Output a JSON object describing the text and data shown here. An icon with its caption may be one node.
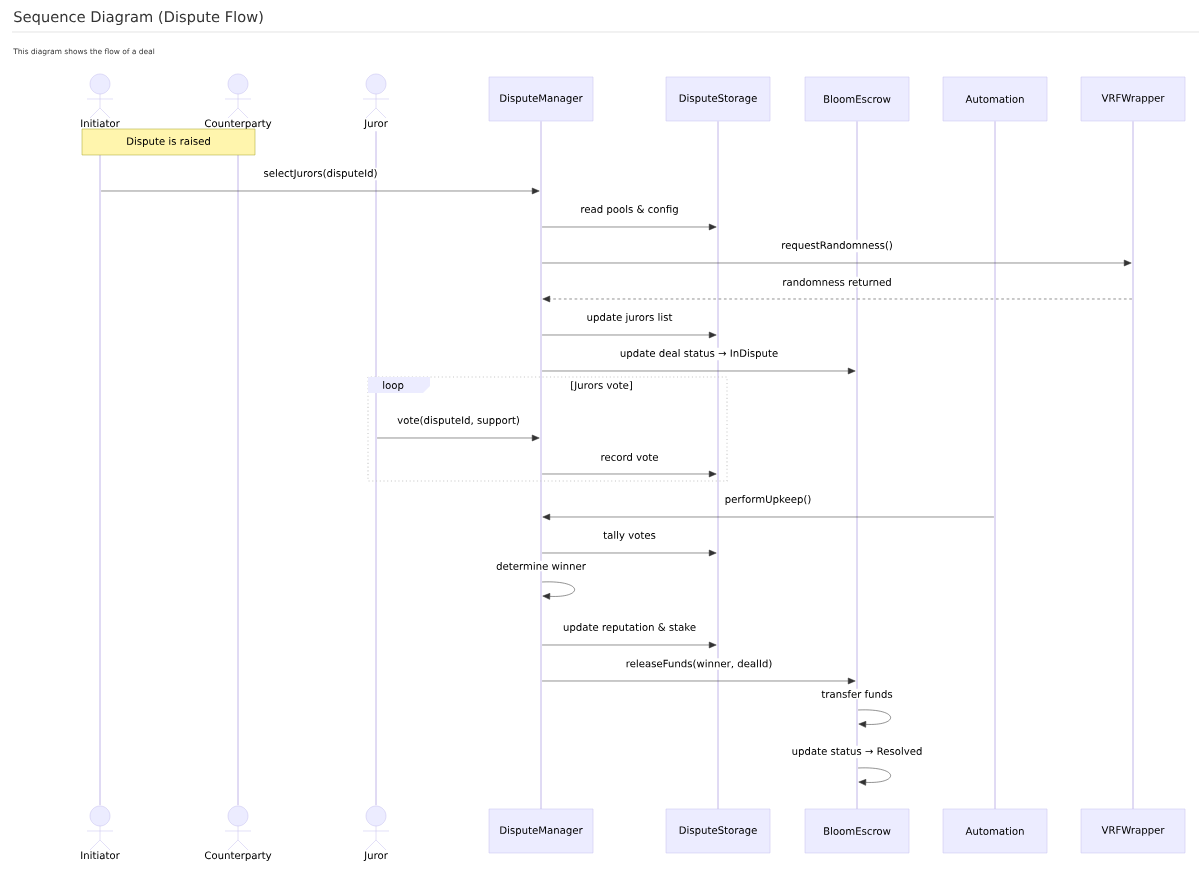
{
  "diagram": {
    "title": "Sequence Diagram (Dispute Flow)",
    "caption": "This diagram shows the flow of a deal",
    "nodes": [
      {
        "text": [
          "Initiator"
        ]
      },
      {
        "text": [
          "Counterparty"
        ]
      },
      {
        "text": [
          "Juror"
        ]
      },
      {
        "text": [
          "DisputeManager"
        ]
      },
      {
        "text": [
          "DisputeStorage"
        ]
      },
      {
        "text": [
          "BloomEscrow"
        ]
      },
      {
        "text": [
          "Automation"
        ]
      },
      {
        "text": [
          "VRFWrapper"
        ]
      },
      {
        "text": [],
        "shape": "bar"
      },
      {
        "text": [],
        "shape": "bar"
      },
      {
        "text": [],
        "shape": "bar"
      },
      {
        "text": [],
        "shape": "bar"
      },
      {
        "text": [],
        "shape": "bar"
      },
      {
        "text": [],
        "shape": "bar"
      },
      {
        "text": [],
        "shape": "bar"
      },
      {
        "text": [],
        "shape": "bar"
      },
      {
        "text": [
          "Initiator"
        ]
      },
      {
        "text": [
          "Counterparty"
        ]
      },
      {
        "text": [
          "Juror"
        ]
      },
      {
        "text": [
          "DisputeManager"
        ]
      },
      {
        "text": [
          "DisputeStorage"
        ]
      },
      {
        "text": [
          "BloomEscrow"
        ]
      },
      {
        "text": [
          "Automation"
        ]
      },
      {
        "text": [
          "VRFWrapper"
        ]
      },
      {
        "text": [
          "Dispute is raised"
        ]
      }
    ],
    "labels": [
      "loop",
      "[Jurors vote]"
    ],
    "edges": [
      {
        "from": 8,
        "to": 11,
        "arrow": "to",
        "label": "selectJurors(disputeId)"
      },
      {
        "from": 11,
        "to": 12,
        "arrow": "to",
        "label": "read pools & config"
      },
      {
        "from": 11,
        "to": 15,
        "arrow": "to",
        "label": "requestRandomness()"
      },
      {
        "from": 15,
        "to": 11,
        "arrow": "to",
        "label": "randomness returned",
        "style": "dashed"
      },
      {
        "from": 11,
        "to": 12,
        "arrow": "to",
        "label": "update jurors list"
      },
      {
        "from": 11,
        "to": 13,
        "arrow": "to",
        "label": "update deal status → InDispute"
      },
      {
        "from": 10,
        "to": 11,
        "arrow": "to",
        "label": "vote(disputeId, support)"
      },
      {
        "from": 11,
        "to": 12,
        "arrow": "to",
        "label": "record vote"
      },
      {
        "from": 14,
        "to": 11,
        "arrow": "to",
        "label": "performUpkeep()"
      },
      {
        "from": 11,
        "to": 12,
        "arrow": "to",
        "label": "tally votes"
      },
      {
        "from": 11,
        "to": 11,
        "arrow": "to",
        "label": "determine winner"
      },
      {
        "from": 11,
        "to": 12,
        "arrow": "to",
        "label": "update reputation & stake"
      },
      {
        "from": 11,
        "to": 13,
        "arrow": "to",
        "label": "releaseFunds(winner, dealId)"
      },
      {
        "from": 13,
        "to": 13,
        "arrow": "to",
        "label": "transfer funds"
      },
      {
        "from": 13,
        "to": 13,
        "arrow": "to",
        "label": "update status → Resolved"
      }
    ]
  }
}
